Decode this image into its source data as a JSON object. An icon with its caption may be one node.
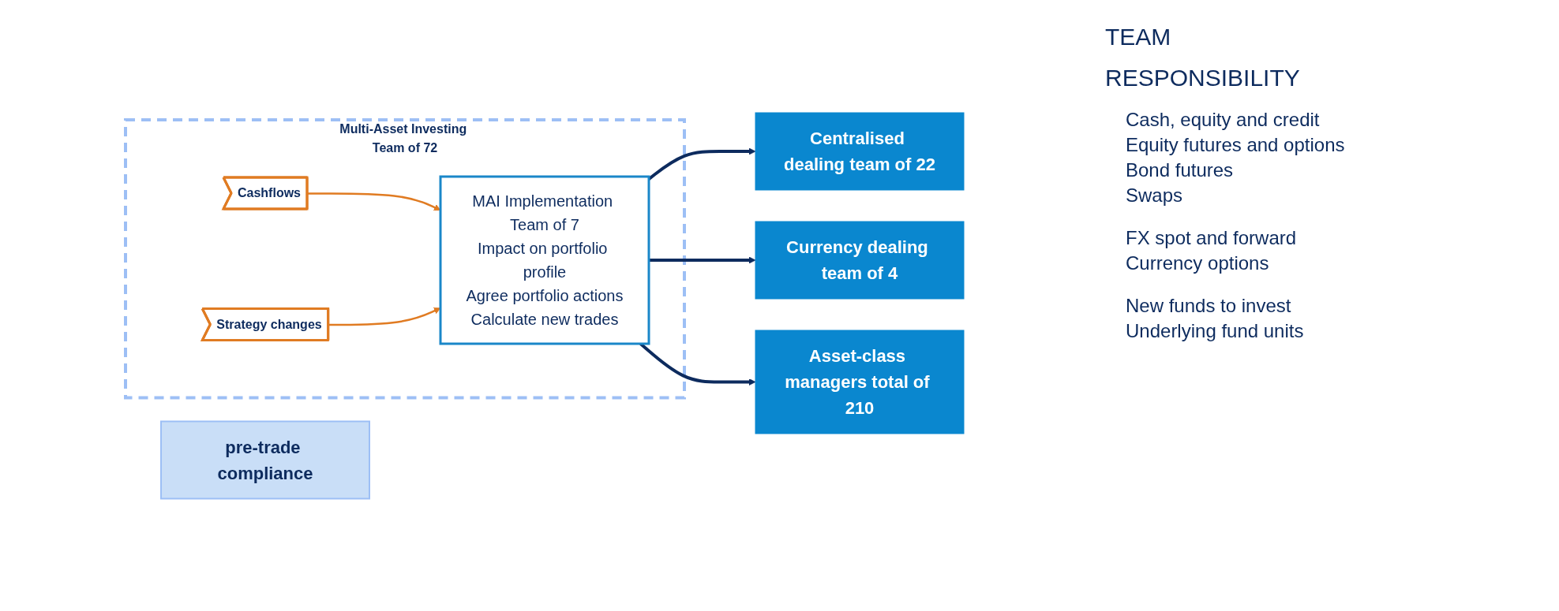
{
  "diagram": {
    "nodes": [
      {
        "text": [
          "Multi-Asset Investing Team of 72"
        ]
      },
      {
        "text": [
          "MAI Implementation Team of 7",
          "Impact on portfolio profile",
          "Agree portfolio actions",
          "Calculate new trades"
        ],
        "in": 0
      },
      {
        "text": [
          "Cashflows"
        ],
        "in": 0
      },
      {
        "text": [
          "Strategy changes"
        ],
        "in": 0
      },
      {
        "text": [
          "pre-trade compliance"
        ]
      },
      {
        "text": [
          "Centralised dealing team of 22"
        ],
        "beside": [
          "Cash, equity and credit",
          "Equity futures and options",
          "Bond futures",
          "Swaps"
        ]
      },
      {
        "text": [
          "Currency dealing team of 4"
        ],
        "beside": [
          "FX spot and forward",
          "Currency options"
        ]
      },
      {
        "text": [
          "Asset-class managers total of 210"
        ],
        "beside": [
          "New funds to invest",
          "Underlying fund units"
        ]
      }
    ],
    "edges": [
      {
        "from": 2,
        "to": 1,
        "arrow": "to",
        "color": "#e07b22"
      },
      {
        "from": 3,
        "to": 1,
        "arrow": "to",
        "color": "#e07b22"
      },
      {
        "from": 1,
        "to": 5,
        "arrow": "to"
      },
      {
        "from": 1,
        "to": 6,
        "arrow": "to"
      },
      {
        "from": 1,
        "to": 7,
        "arrow": "to"
      }
    ],
    "labels": [
      "TEAM",
      "RESPONSIBILITY"
    ]
  }
}
